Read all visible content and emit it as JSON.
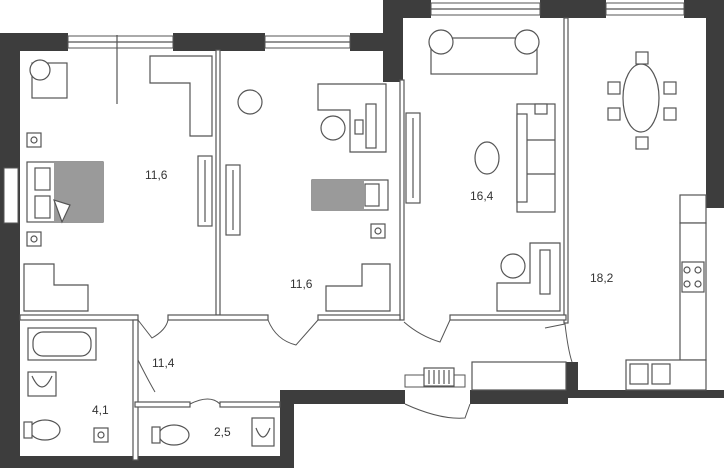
{
  "rooms": [
    {
      "id": "bedroom-1",
      "area": "11,6"
    },
    {
      "id": "bedroom-2",
      "area": "11,6"
    },
    {
      "id": "living-room",
      "area": "16,4"
    },
    {
      "id": "kitchen-dining",
      "area": "18,2"
    },
    {
      "id": "hallway",
      "area": "11,4"
    },
    {
      "id": "bathroom",
      "area": "4,1"
    },
    {
      "id": "toilet",
      "area": "2,5"
    }
  ]
}
